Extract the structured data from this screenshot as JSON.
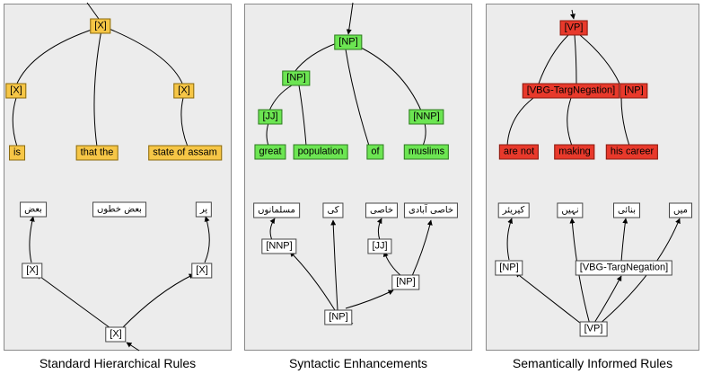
{
  "panels": [
    {
      "id": "panel-1",
      "caption": "Standard Hierarchical Rules",
      "top_nodes": [
        {
          "key": "x_top",
          "label": "[X]",
          "color": "orange"
        },
        {
          "key": "x_left",
          "label": "[X]",
          "color": "orange"
        },
        {
          "key": "x_right",
          "label": "[X]",
          "color": "orange"
        },
        {
          "key": "is",
          "label": "is",
          "color": "orange"
        },
        {
          "key": "that_the",
          "label": "that the",
          "color": "orange"
        },
        {
          "key": "state_of_assam",
          "label": "state of assam",
          "color": "orange"
        }
      ],
      "bottom_nodes": [
        {
          "key": "u_baaz",
          "label": "بعض",
          "color": "plain"
        },
        {
          "key": "u_baaz_khatoon",
          "label": "بعض خطوں",
          "color": "plain"
        },
        {
          "key": "u_par",
          "label": "پر",
          "color": "plain"
        },
        {
          "key": "bx_left",
          "label": "[X]",
          "color": "plain"
        },
        {
          "key": "bx_right",
          "label": "[X]",
          "color": "plain"
        },
        {
          "key": "bx_root",
          "label": "[X]",
          "color": "plain"
        }
      ]
    },
    {
      "id": "panel-2",
      "caption": "Syntactic Enhancements",
      "top_nodes": [
        {
          "key": "np_top",
          "label": "[NP]",
          "color": "green"
        },
        {
          "key": "np_mid",
          "label": "[NP]",
          "color": "green"
        },
        {
          "key": "jj",
          "label": "[JJ]",
          "color": "green"
        },
        {
          "key": "nnp",
          "label": "[NNP]",
          "color": "green"
        },
        {
          "key": "great",
          "label": "great",
          "color": "green"
        },
        {
          "key": "population",
          "label": "population",
          "color": "green"
        },
        {
          "key": "of",
          "label": "of",
          "color": "green"
        },
        {
          "key": "muslims",
          "label": "muslims",
          "color": "green"
        }
      ],
      "bottom_nodes": [
        {
          "key": "u_musalmanon",
          "label": "مسلمانوں",
          "color": "plain"
        },
        {
          "key": "u_ki",
          "label": "کی",
          "color": "plain"
        },
        {
          "key": "u_khasi",
          "label": "خاصی",
          "color": "plain"
        },
        {
          "key": "u_khasi_abadi",
          "label": "خاصی آبادی",
          "color": "plain"
        },
        {
          "key": "b_nnp",
          "label": "[NNP]",
          "color": "plain"
        },
        {
          "key": "b_jj",
          "label": "[JJ]",
          "color": "plain"
        },
        {
          "key": "b_np_right",
          "label": "[NP]",
          "color": "plain"
        },
        {
          "key": "b_np_root",
          "label": "[NP]",
          "color": "plain"
        }
      ]
    },
    {
      "id": "panel-3",
      "caption": "Semantically Informed Rules",
      "top_nodes": [
        {
          "key": "vp_top",
          "label": "[VP]",
          "color": "red"
        },
        {
          "key": "vbg",
          "label": "[VBG-TargNegation]",
          "color": "red"
        },
        {
          "key": "np",
          "label": "[NP]",
          "color": "red"
        },
        {
          "key": "are_not",
          "label": "are not",
          "color": "red"
        },
        {
          "key": "making",
          "label": "making",
          "color": "red"
        },
        {
          "key": "his_career",
          "label": "his career",
          "color": "red"
        }
      ],
      "bottom_nodes": [
        {
          "key": "u_career",
          "label": "کیریئر",
          "color": "plain"
        },
        {
          "key": "u_nahin",
          "label": "نہیں",
          "color": "plain"
        },
        {
          "key": "u_banai",
          "label": "بنائی",
          "color": "plain"
        },
        {
          "key": "u_mein",
          "label": "میں",
          "color": "plain"
        },
        {
          "key": "b_np",
          "label": "[NP]",
          "color": "plain"
        },
        {
          "key": "b_vbg",
          "label": "[VBG-TargNegation]",
          "color": "plain"
        },
        {
          "key": "b_vp",
          "label": "[VP]",
          "color": "plain"
        }
      ]
    }
  ]
}
